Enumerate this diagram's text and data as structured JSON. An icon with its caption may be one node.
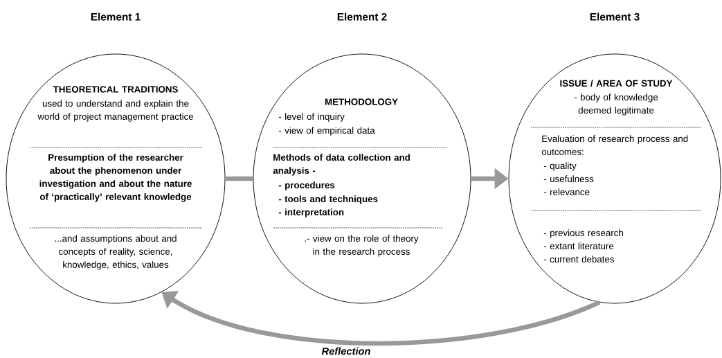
{
  "diagram": {
    "nodes": [
      {
        "text": [
          "Element 1",
          "THEORETICAL TRADITIONS",
          "used to understand and explain the world of project management practice",
          "Presumption of the researcher about the phenomenon under investigation and about the nature of ‘practically’ relevant knowledge",
          "...and assumptions about and concepts of reality, science, knowledge, ethics, values"
        ]
      },
      {
        "text": [
          "Element 2",
          "METHODOLOGY",
          "- level of inquiry",
          "- view of empirical data",
          "Methods of data collection and analysis -",
          "- procedures",
          "- tools and techniques",
          "- interpretation",
          ".- view on the role of theory in the research process"
        ]
      },
      {
        "text": [
          "Element 3",
          "ISSUE / AREA OF STUDY",
          "- body of knowledge deemed legitimate",
          "Evaluation of research process and outcomes:",
          "- quality",
          "- usefulness",
          "- relevance",
          "- previous research",
          "- extant literature",
          "- current debates"
        ]
      }
    ],
    "edges": [
      {
        "from": 0,
        "to": 1,
        "arrow": "none"
      },
      {
        "from": 1,
        "to": 2,
        "arrow": "to"
      },
      {
        "from": 2,
        "to": 0,
        "arrow": "to",
        "label": "Reflection"
      }
    ]
  }
}
